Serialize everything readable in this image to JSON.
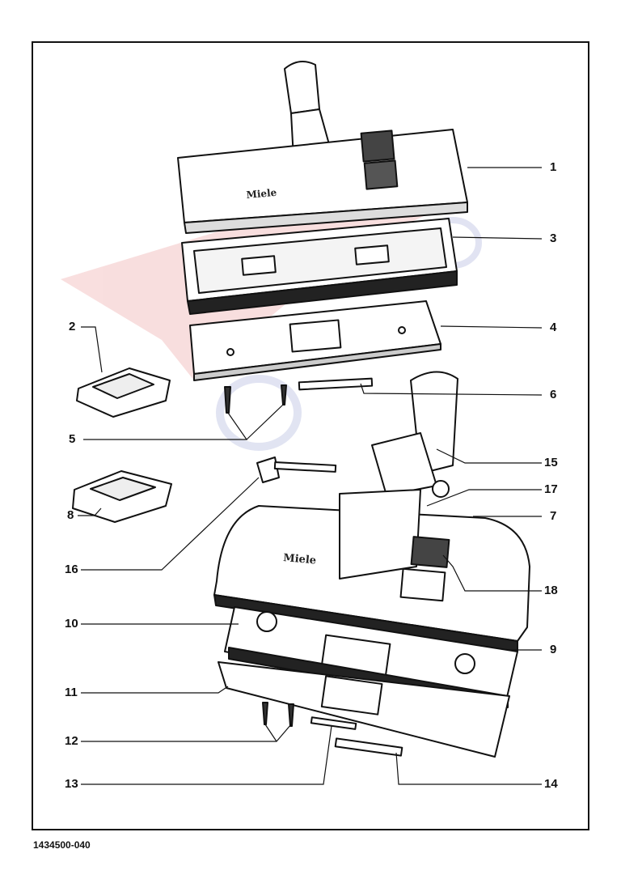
{
  "diagram": {
    "document_number": "1434500-040",
    "brand_label": "Miele",
    "callouts": [
      {
        "id": "1",
        "text": "1"
      },
      {
        "id": "2",
        "text": "2"
      },
      {
        "id": "3",
        "text": "3"
      },
      {
        "id": "4",
        "text": "4"
      },
      {
        "id": "5",
        "text": "5"
      },
      {
        "id": "6",
        "text": "6"
      },
      {
        "id": "7",
        "text": "7"
      },
      {
        "id": "8",
        "text": "8"
      },
      {
        "id": "9",
        "text": "9"
      },
      {
        "id": "10",
        "text": "10"
      },
      {
        "id": "11",
        "text": "11"
      },
      {
        "id": "12",
        "text": "12"
      },
      {
        "id": "13",
        "text": "13"
      },
      {
        "id": "14",
        "text": "14"
      },
      {
        "id": "15",
        "text": "15"
      },
      {
        "id": "16",
        "text": "16"
      },
      {
        "id": "17",
        "text": "17"
      },
      {
        "id": "18",
        "text": "18"
      }
    ]
  },
  "colors": {
    "line": "#111111",
    "watermark_red": "#f4c4c4",
    "watermark_blue": "#c9cde8"
  }
}
